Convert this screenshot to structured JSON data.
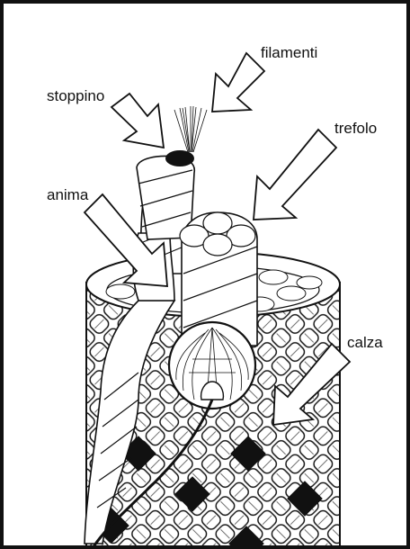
{
  "labels": {
    "filamenti": "filamenti",
    "stoppino": "stoppino",
    "trefolo": "trefolo",
    "anima": "anima",
    "calza": "calza"
  },
  "colors": {
    "ink": "#111111",
    "paper": "#ffffff"
  }
}
